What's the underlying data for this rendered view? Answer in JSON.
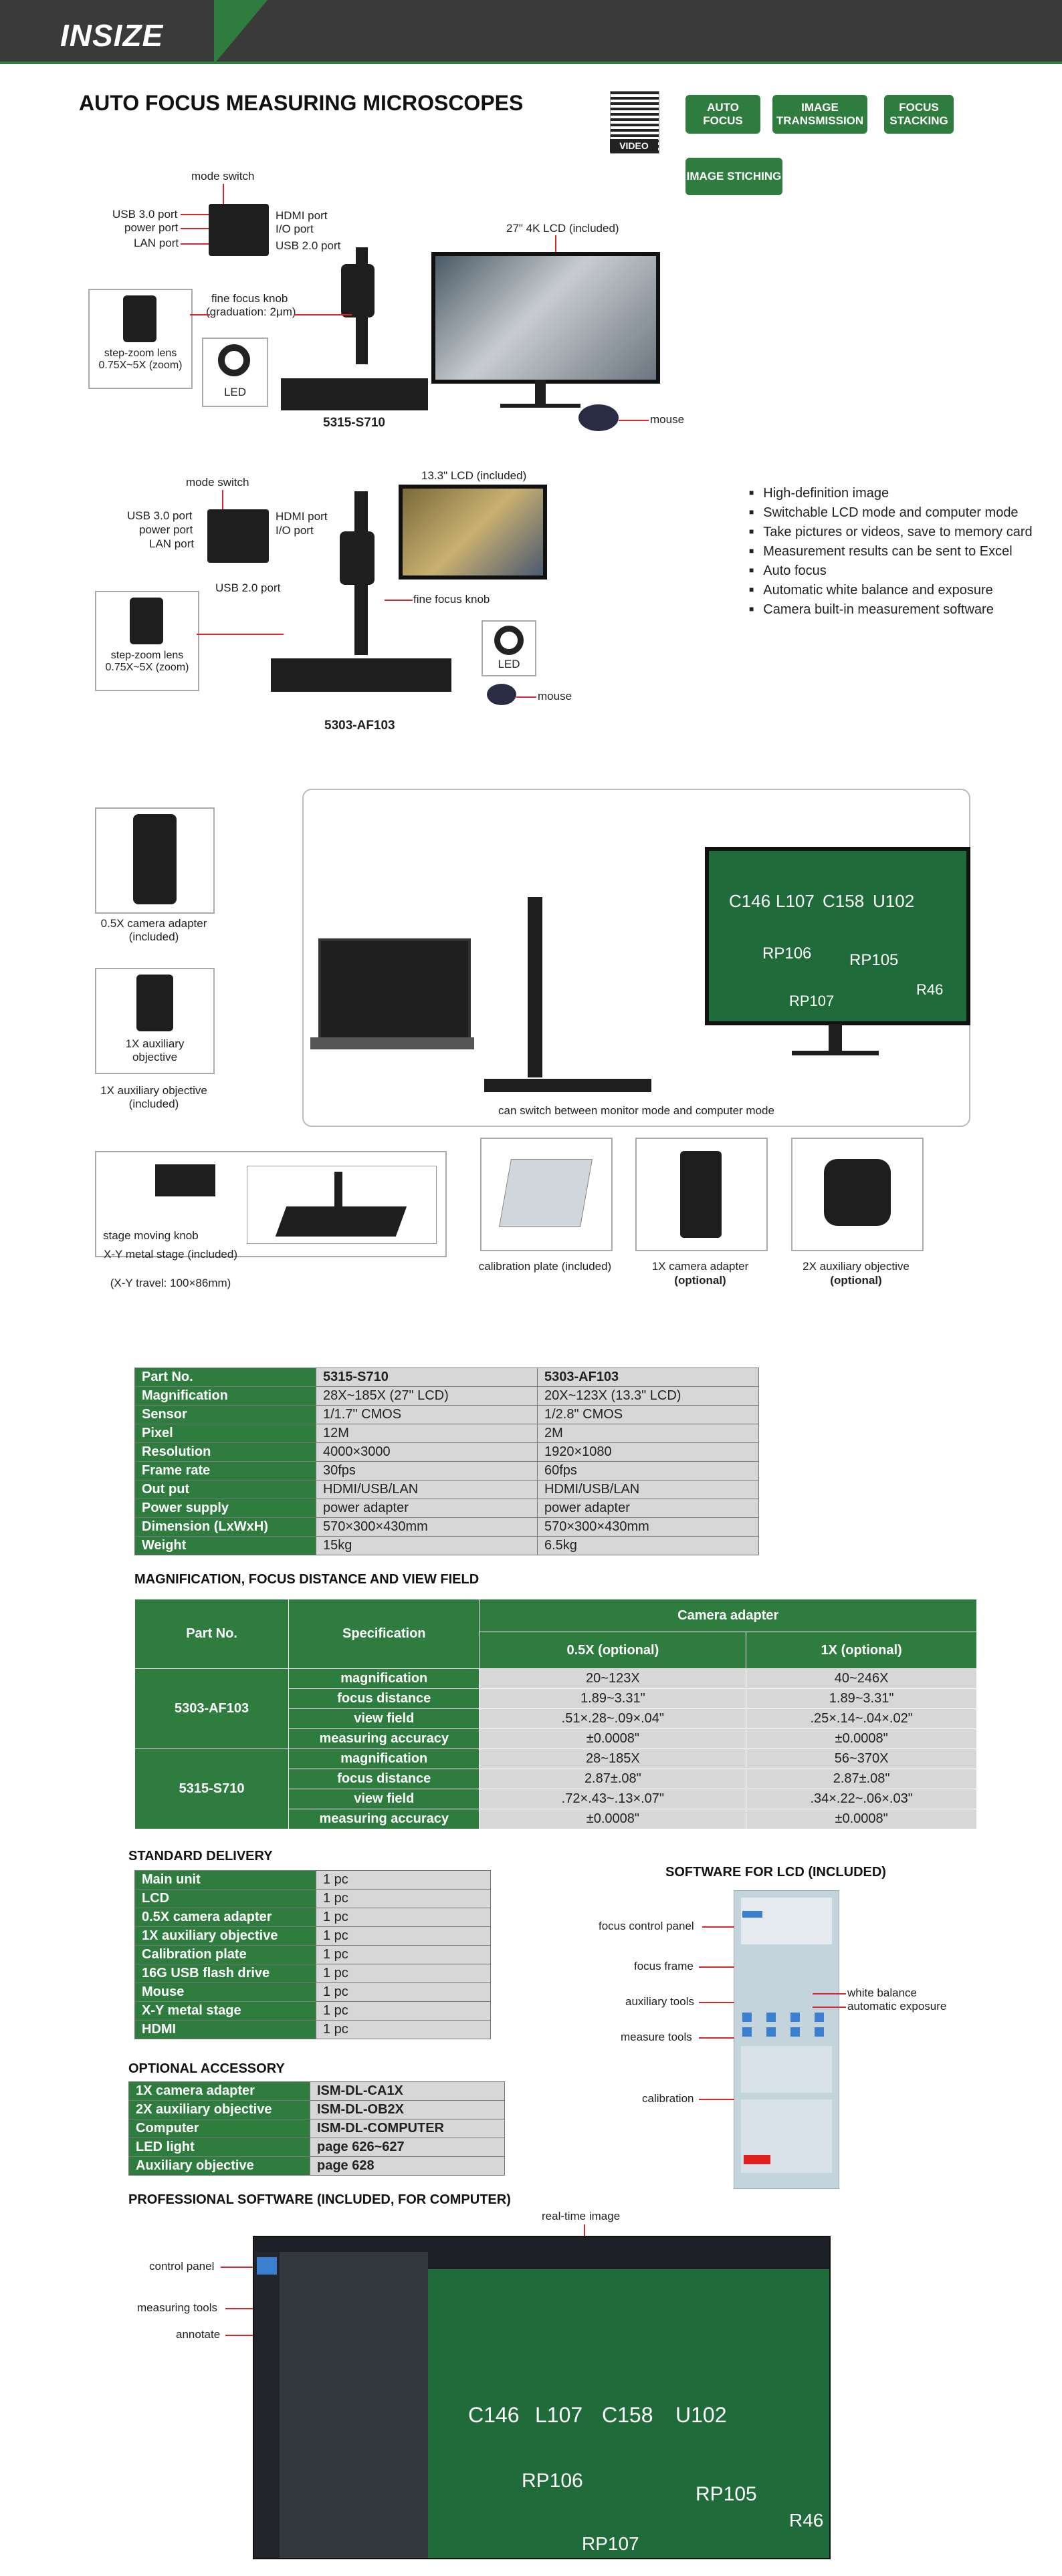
{
  "header": {
    "logo": "INSIZE"
  },
  "title": "AUTO FOCUS MEASURING MICROSCOPES",
  "qr_label": "VIDEO",
  "tags": [
    "AUTO FOCUS",
    "IMAGE TRANSMISSION",
    "FOCUS STACKING",
    "IMAGE STICHING"
  ],
  "product1": {
    "model": "5315-S710",
    "labels": {
      "mode_switch": "mode switch",
      "usb3": "USB 3.0 port",
      "power": "power port",
      "lan": "LAN port",
      "hdmi": "HDMI port",
      "io": "I/O port",
      "usb2": "USB 2.0 port",
      "lcd": "27\" 4K LCD (included)",
      "focus_knob": "fine focus knob",
      "graduation": "(graduation: 2μm)",
      "zoom_lens": "step-zoom lens 0.75X~5X (zoom)",
      "led": "LED",
      "mouse": "mouse"
    }
  },
  "product2": {
    "model": "5303-AF103",
    "labels": {
      "mode_switch": "mode switch",
      "usb3": "USB 3.0 port",
      "power": "power port",
      "lan": "LAN port",
      "hdmi": "HDMI port",
      "io": "I/O port",
      "usb2": "USB 2.0 port",
      "lcd": "13.3\" LCD (included)",
      "focus_knob": "fine focus knob",
      "zoom_lens": "step-zoom lens 0.75X~5X (zoom)",
      "led": "LED",
      "mouse": "mouse"
    }
  },
  "features": [
    "High-definition image",
    "Switchable LCD mode and computer mode",
    "Take pictures or videos, save to memory card",
    "Measurement results can be sent to Excel",
    "Auto focus",
    "Automatic white balance and exposure",
    "Camera built-in measurement software"
  ],
  "accessories": {
    "camera_adapter": "0.5X camera adapter (included)",
    "aux_objective_inner": "1X auxiliary objective",
    "aux_objective": "1X auxiliary objective (included)",
    "switch_caption": "can switch between monitor mode and computer mode",
    "stage_knob": "stage moving knob",
    "stage": "X-Y metal stage (included)",
    "stage_travel": "(X-Y travel: 100×86mm)",
    "calibration": "calibration plate (included)",
    "camera1x": "1X camera adapter",
    "optional": "(optional)",
    "aux2x": "2X auxiliary objective",
    "pcb_labels": [
      "C146",
      "L107",
      "C158",
      "U102",
      "RP106",
      "RP105",
      "RP107",
      "R46"
    ]
  },
  "spec_table": {
    "rows": [
      [
        "Part No.",
        "5315-S710",
        "5303-AF103"
      ],
      [
        "Magnification",
        "28X~185X (27\" LCD)",
        "20X~123X (13.3\" LCD)"
      ],
      [
        "Sensor",
        "1/1.7\" CMOS",
        "1/2.8\" CMOS"
      ],
      [
        "Pixel",
        "12M",
        "2M"
      ],
      [
        "Resolution",
        "4000×3000",
        "1920×1080"
      ],
      [
        "Frame rate",
        "30fps",
        "60fps"
      ],
      [
        "Out put",
        "HDMI/USB/LAN",
        "HDMI/USB/LAN"
      ],
      [
        "Power supply",
        "power adapter",
        "power adapter"
      ],
      [
        "Dimension (LxWxH)",
        "570×300×430mm",
        "570×300×430mm"
      ],
      [
        "Weight",
        "15kg",
        "6.5kg"
      ]
    ]
  },
  "mag_table": {
    "title": "MAGNIFICATION, FOCUS DISTANCE AND VIEW FIELD",
    "h_part": "Part No.",
    "h_spec": "Specification",
    "h_adapter": "Camera adapter",
    "h_05": "0.5X (optional)",
    "h_1": "1X (optional)",
    "groups": [
      {
        "part": "5303-AF103",
        "rows": [
          [
            "magnification",
            "20~123X",
            "40~246X"
          ],
          [
            "focus distance",
            "1.89~3.31\"",
            "1.89~3.31\""
          ],
          [
            "view field",
            ".51×.28~.09×.04\"",
            ".25×.14~.04×.02\""
          ],
          [
            "measuring accuracy",
            "±0.0008\"",
            "±0.0008\""
          ]
        ]
      },
      {
        "part": "5315-S710",
        "rows": [
          [
            "magnification",
            "28~185X",
            "56~370X"
          ],
          [
            "focus distance",
            "2.87±.08\"",
            "2.87±.08\""
          ],
          [
            "view field",
            ".72×.43~.13×.07\"",
            ".34×.22~.06×.03\""
          ],
          [
            "measuring accuracy",
            "±0.0008\"",
            "±0.0008\""
          ]
        ]
      }
    ]
  },
  "standard_delivery": {
    "title": "STANDARD DELIVERY",
    "rows": [
      [
        "Main unit",
        "1 pc"
      ],
      [
        "LCD",
        "1 pc"
      ],
      [
        "0.5X camera adapter",
        "1 pc"
      ],
      [
        "1X auxiliary objective",
        "1 pc"
      ],
      [
        "Calibration plate",
        "1 pc"
      ],
      [
        "16G USB flash drive",
        "1 pc"
      ],
      [
        "Mouse",
        "1 pc"
      ],
      [
        "X-Y metal stage",
        "1 pc"
      ],
      [
        "HDMI",
        "1 pc"
      ]
    ]
  },
  "optional_accessory": {
    "title": "OPTIONAL  ACCESSORY",
    "rows": [
      [
        "1X camera adapter",
        "ISM-DL-CA1X"
      ],
      [
        "2X auxiliary objective",
        "ISM-DL-OB2X"
      ],
      [
        "Computer",
        "ISM-DL-COMPUTER"
      ],
      [
        "LED light",
        "page 626~627"
      ],
      [
        "Auxiliary objective",
        "page 628"
      ]
    ]
  },
  "software_lcd": {
    "title": "SOFTWARE FOR LCD (INCLUDED)",
    "labels": {
      "focus_panel": "focus control panel",
      "focus_frame": "focus frame",
      "aux_tools": "auxiliary tools",
      "measure_tools": "measure tools",
      "calibration": "calibration",
      "white_balance": "white balance",
      "auto_exposure": "automatic exposure"
    }
  },
  "software_pc": {
    "title": "PROFESSIONAL SOFTWARE (INCLUDED, FOR COMPUTER)",
    "labels": {
      "realtime": "real-time image",
      "control_panel": "control panel",
      "measuring_tools": "measuring tools",
      "annotate": "annotate"
    }
  },
  "colors": {
    "brand_green": "#2e7d3e",
    "header_dark": "#3a3a3a",
    "callout_red": "#d9262c"
  }
}
